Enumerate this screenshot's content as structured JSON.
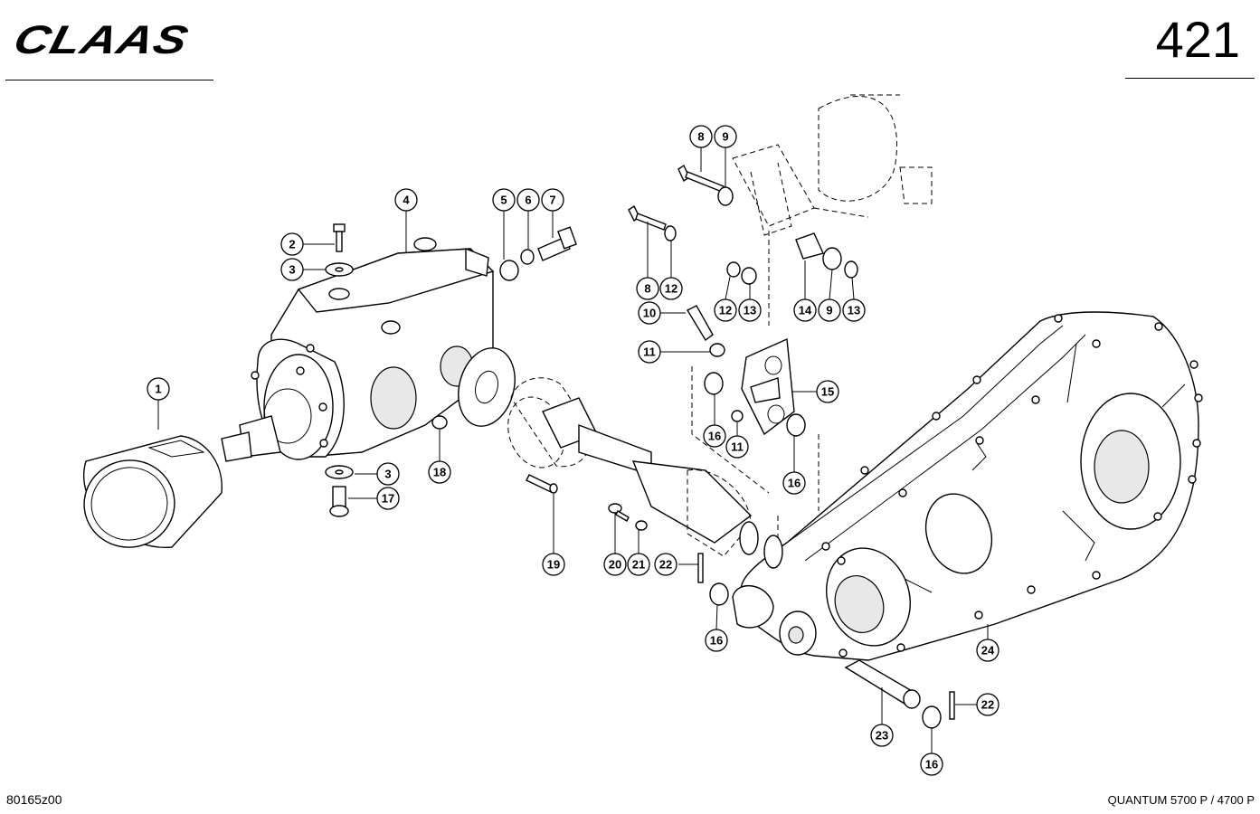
{
  "header": {
    "brand": "CLAAS",
    "page_number": "421"
  },
  "footer": {
    "doc_code": "80165z00",
    "model": "QUANTUM 5700 P / 4700 P"
  },
  "callouts": [
    {
      "label": "1"
    },
    {
      "label": "2"
    },
    {
      "label": "3"
    },
    {
      "label": "3"
    },
    {
      "label": "4"
    },
    {
      "label": "5"
    },
    {
      "label": "6"
    },
    {
      "label": "7"
    },
    {
      "label": "8"
    },
    {
      "label": "9"
    },
    {
      "label": "8"
    },
    {
      "label": "12"
    },
    {
      "label": "12"
    },
    {
      "label": "13"
    },
    {
      "label": "14"
    },
    {
      "label": "9"
    },
    {
      "label": "13"
    },
    {
      "label": "10"
    },
    {
      "label": "11"
    },
    {
      "label": "15"
    },
    {
      "label": "16"
    },
    {
      "label": "11"
    },
    {
      "label": "16"
    },
    {
      "label": "17"
    },
    {
      "label": "18"
    },
    {
      "label": "19"
    },
    {
      "label": "20"
    },
    {
      "label": "21"
    },
    {
      "label": "22"
    },
    {
      "label": "16"
    },
    {
      "label": "24"
    },
    {
      "label": "23"
    },
    {
      "label": "22"
    },
    {
      "label": "16"
    }
  ]
}
